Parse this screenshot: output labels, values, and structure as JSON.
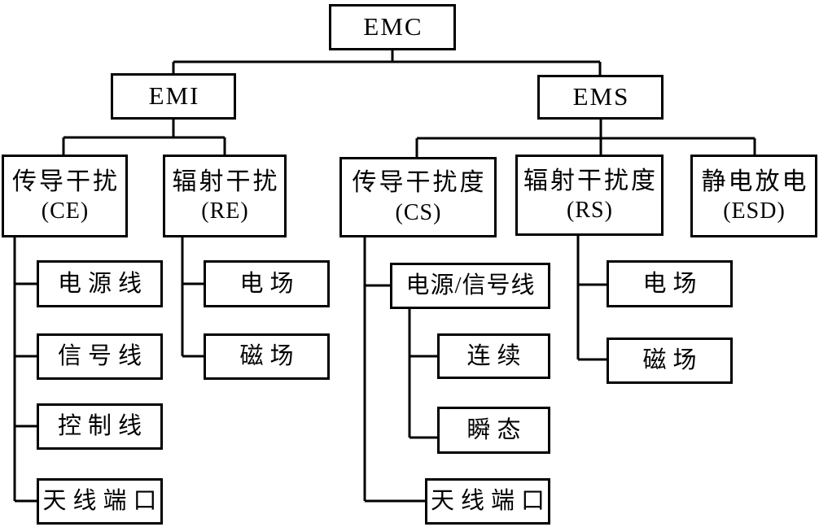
{
  "diagram_type": "hierarchy-tree",
  "colors": {
    "line": "#000000",
    "box_border": "#000000",
    "box_fill": "#ffffff",
    "text": "#000000",
    "background": "#ffffff"
  },
  "nodes": {
    "emc": {
      "label": "EMC"
    },
    "emi": {
      "label": "EMI"
    },
    "ems": {
      "label": "EMS"
    },
    "ce": {
      "label": "传导干扰",
      "code": "(CE)"
    },
    "re": {
      "label": "辐射干扰",
      "code": "(RE)"
    },
    "cs": {
      "label": "传导干扰度",
      "code": "(CS)"
    },
    "rs": {
      "label": "辐射干扰度",
      "code": "(RS)"
    },
    "esd": {
      "label": "静电放电",
      "code": "(ESD)"
    },
    "ce_power": {
      "label": "电源线"
    },
    "ce_signal": {
      "label": "信号线"
    },
    "ce_control": {
      "label": "控制线"
    },
    "ce_antenna": {
      "label": "天线端口"
    },
    "re_efield": {
      "label": "电场"
    },
    "re_mfield": {
      "label": "磁场"
    },
    "cs_powersignal": {
      "label": "电源/信号线"
    },
    "cs_continuous": {
      "label": "连续"
    },
    "cs_transient": {
      "label": "瞬态"
    },
    "cs_antenna": {
      "label": "天线端口"
    },
    "rs_efield": {
      "label": "电场"
    },
    "rs_mfield": {
      "label": "磁场"
    }
  },
  "edges": [
    {
      "from": "EMC",
      "to": "EMI"
    },
    {
      "from": "EMC",
      "to": "EMS"
    },
    {
      "from": "EMI",
      "to": "传导干扰 (CE)"
    },
    {
      "from": "EMI",
      "to": "辐射干扰 (RE)"
    },
    {
      "from": "EMS",
      "to": "传导干扰度 (CS)"
    },
    {
      "from": "EMS",
      "to": "辐射干扰度 (RS)"
    },
    {
      "from": "EMS",
      "to": "静电放电 (ESD)"
    },
    {
      "from": "传导干扰 (CE)",
      "to": "电源线"
    },
    {
      "from": "传导干扰 (CE)",
      "to": "信号线"
    },
    {
      "from": "传导干扰 (CE)",
      "to": "控制线"
    },
    {
      "from": "传导干扰 (CE)",
      "to": "天线端口"
    },
    {
      "from": "辐射干扰 (RE)",
      "to": "电场"
    },
    {
      "from": "辐射干扰 (RE)",
      "to": "磁场"
    },
    {
      "from": "传导干扰度 (CS)",
      "to": "电源/信号线"
    },
    {
      "from": "传导干扰度 (CS)",
      "to": "天线端口"
    },
    {
      "from": "电源/信号线",
      "to": "连续"
    },
    {
      "from": "电源/信号线",
      "to": "瞬态"
    },
    {
      "from": "辐射干扰度 (RS)",
      "to": "电场"
    },
    {
      "from": "辐射干扰度 (RS)",
      "to": "磁场"
    }
  ]
}
